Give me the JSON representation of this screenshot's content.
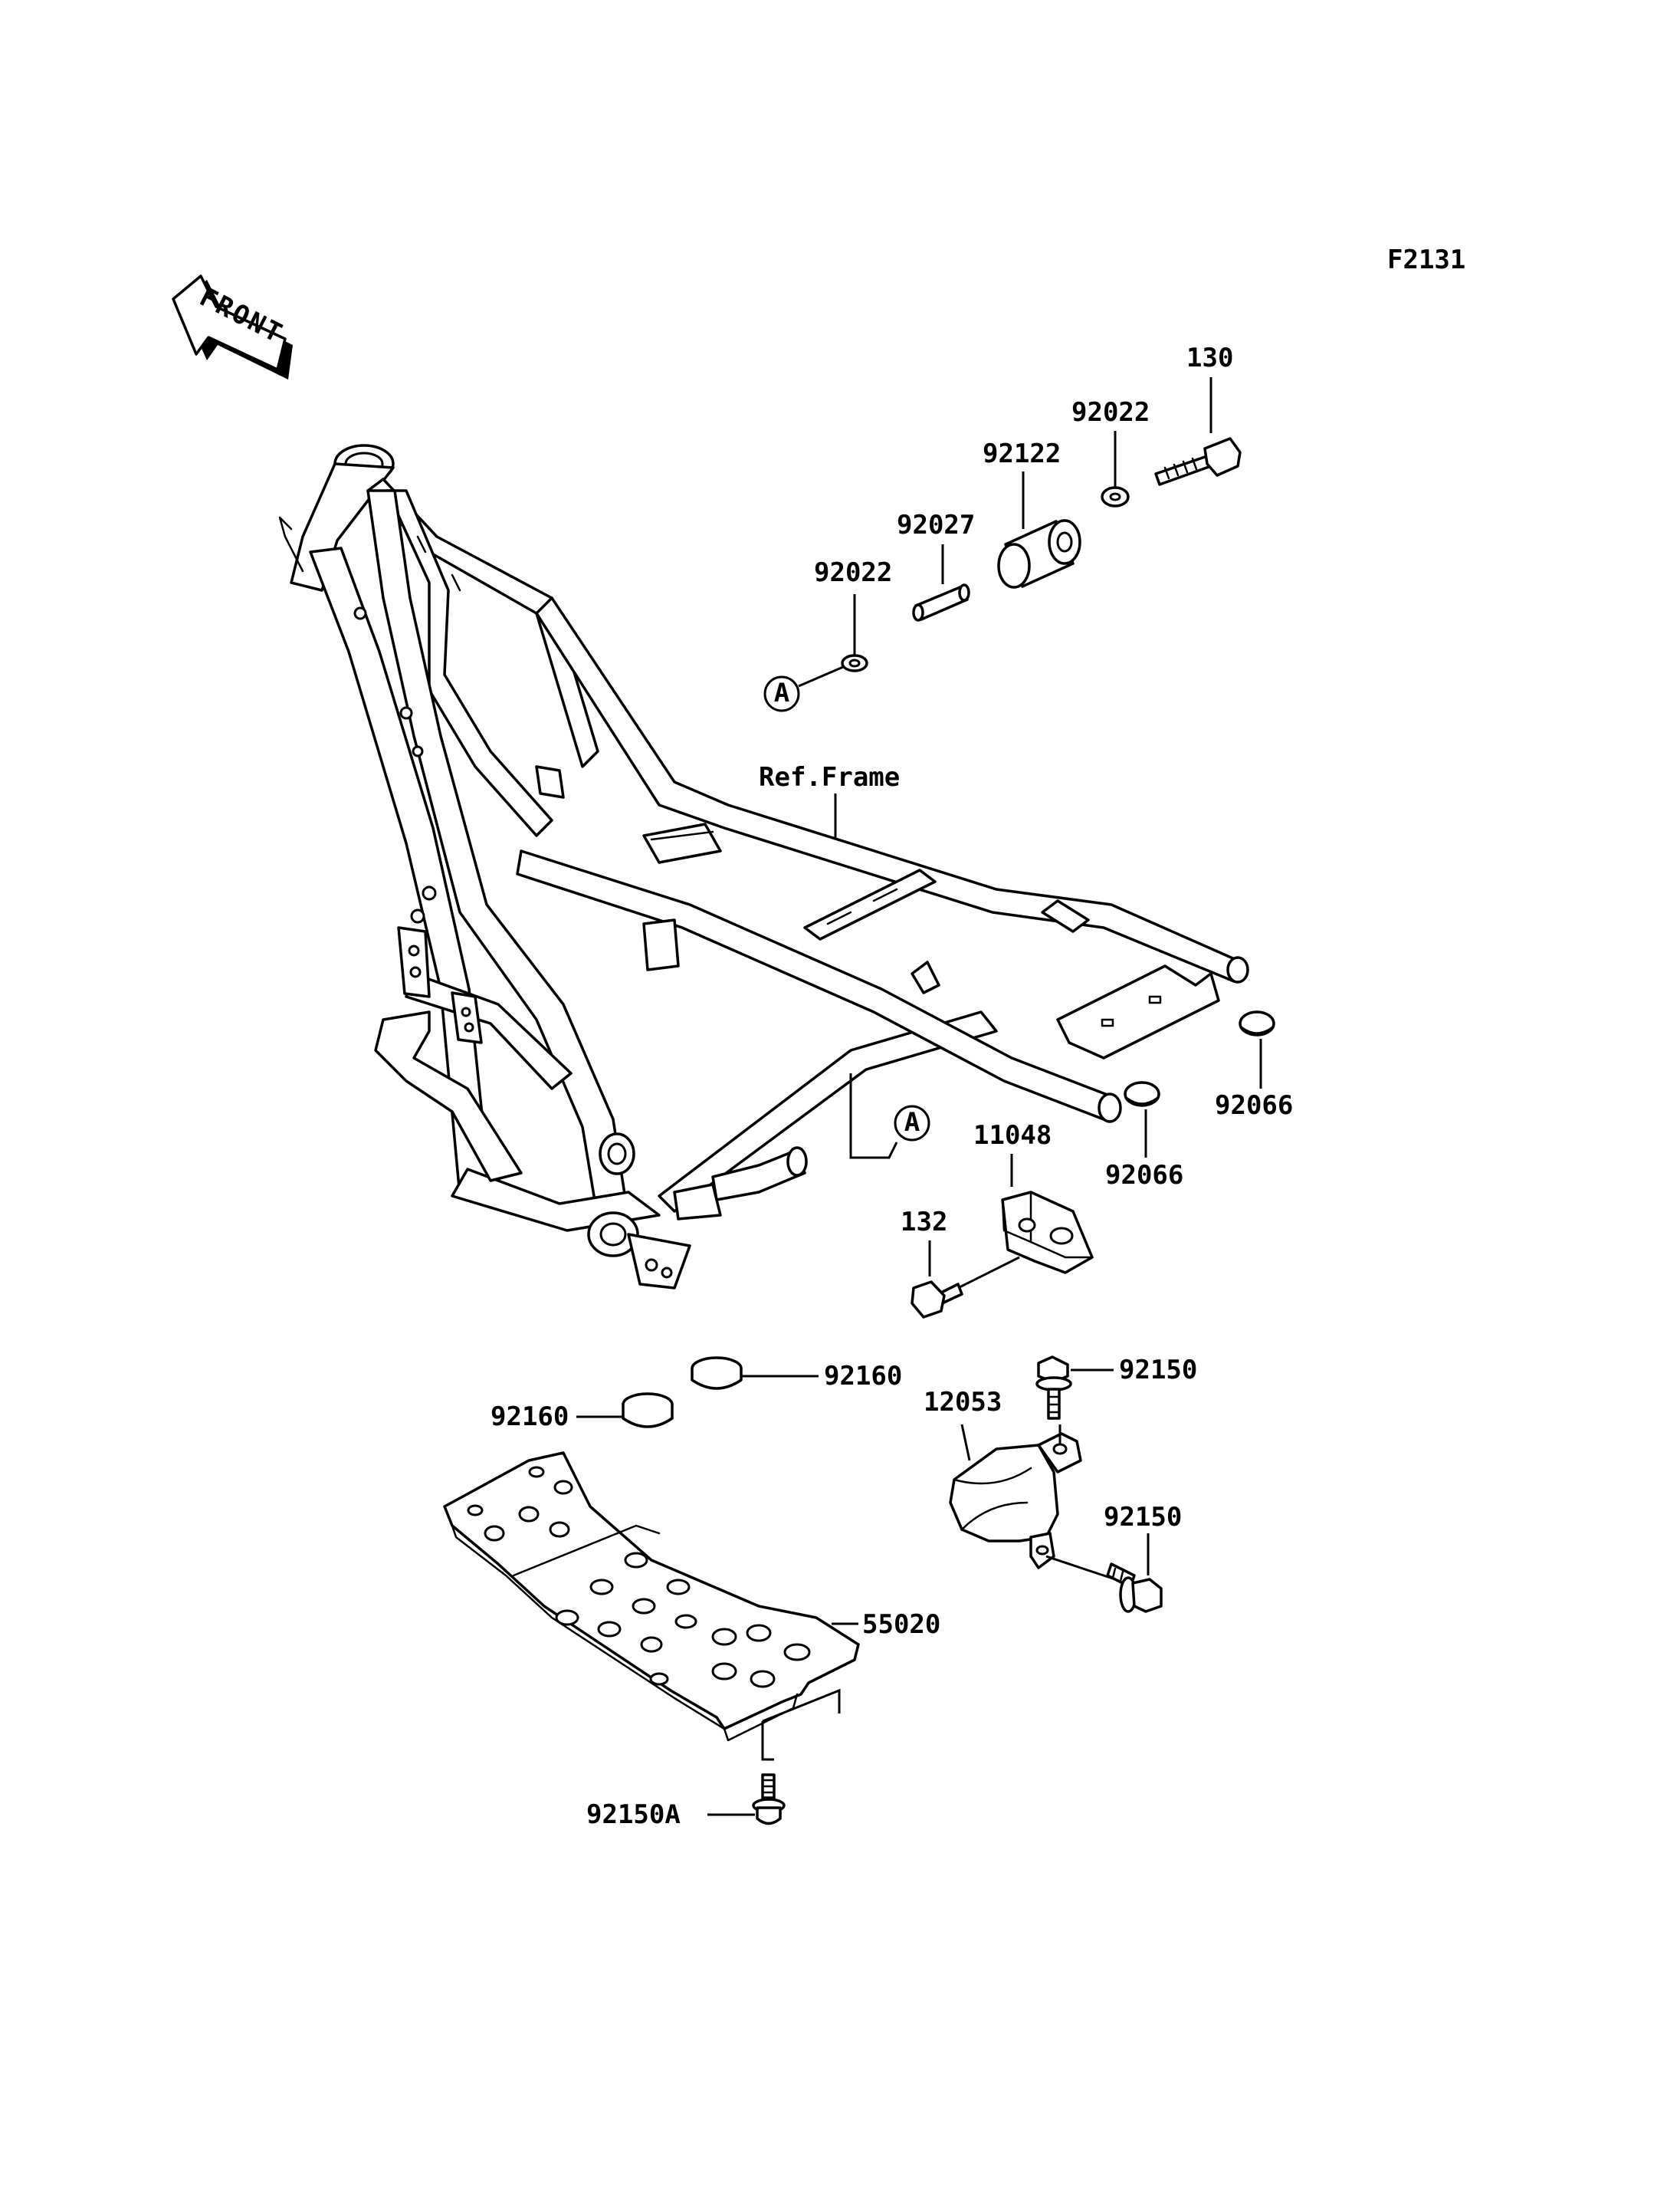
{
  "figure_code": "F2131",
  "front_label": "FRONT",
  "ref_frame_label": "Ref.Frame",
  "callout_a": "A",
  "part_labels": {
    "p130": "130",
    "p92022_top": "92022",
    "p92122": "92122",
    "p92027": "92027",
    "p92022_left": "92022",
    "p92066_right": "92066",
    "p92066_mid": "92066",
    "p11048": "11048",
    "p132": "132",
    "p92160_top": "92160",
    "p92160_left": "92160",
    "p92150_top": "92150",
    "p12053": "12053",
    "p92150_right": "92150",
    "p55020": "55020",
    "p92150a": "92150A"
  }
}
